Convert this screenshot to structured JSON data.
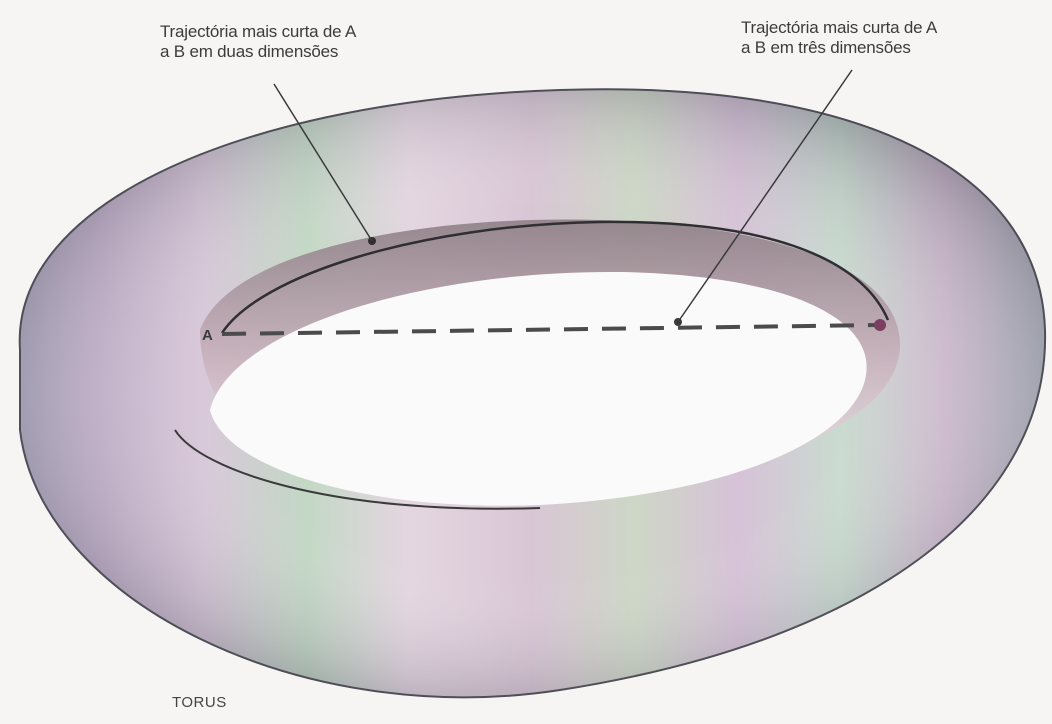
{
  "figure": {
    "callout_2d": {
      "line1": "Trajectória mais curta de A",
      "line2": "a B em duas dimensões"
    },
    "callout_3d": {
      "line1": "Trajectória mais curta de A",
      "line2": "a B em três dimensões"
    },
    "point_a": "A",
    "caption": "TORUS"
  },
  "colors": {
    "background": "#f6f5f3",
    "torus_pink": "#d9c2d6",
    "torus_green": "#bcd6c0",
    "torus_lavender": "#c9bfd9",
    "path_line": "#3a3a3a",
    "dashed_line": "#555555"
  }
}
